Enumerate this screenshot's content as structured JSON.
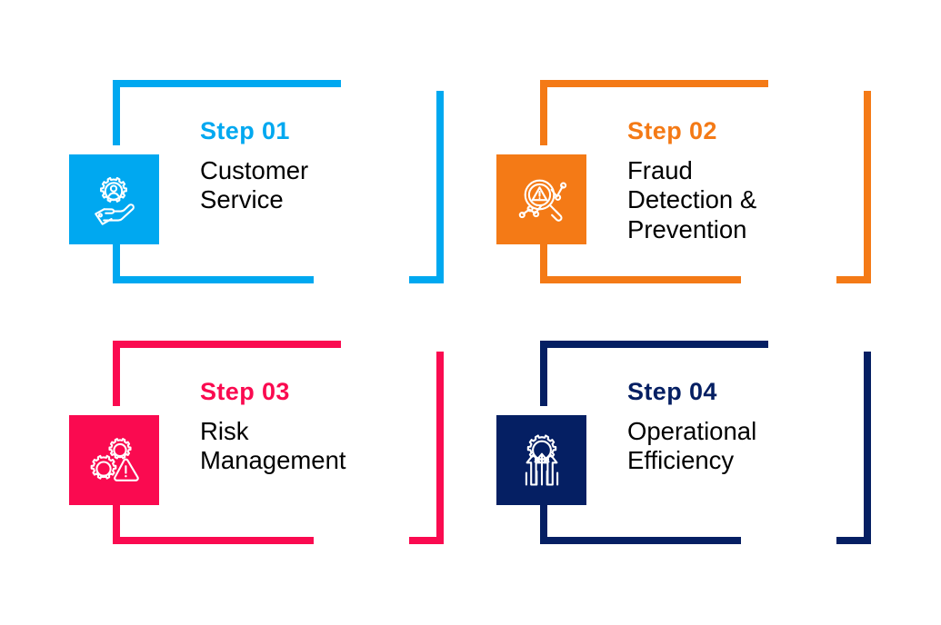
{
  "diagram": {
    "type": "4-step process infographic",
    "layout": "2x2 grid of bracketed step cards",
    "background_color": "#FFFFFF",
    "title_text_color": "#000000"
  },
  "steps": [
    {
      "label": "Step 01",
      "title": "Customer Service",
      "title_lines": [
        "Customer",
        "Service"
      ],
      "color": "#00A8F0",
      "icon": "hand-holding-gear-user-icon",
      "position": "top-left"
    },
    {
      "label": "Step 02",
      "title": "Fraud Detection & Prevention",
      "title_lines": [
        "Fraud",
        "Detection &",
        "Prevention"
      ],
      "color": "#F47A16",
      "icon": "magnifier-warning-chart-icon",
      "position": "top-right"
    },
    {
      "label": "Step 03",
      "title": "Risk Management",
      "title_lines": [
        "Risk",
        "Management"
      ],
      "color": "#FA0A50",
      "icon": "gears-warning-triangle-icon",
      "position": "bottom-left"
    },
    {
      "label": "Step 04",
      "title": "Operational Efficiency",
      "title_lines": [
        "Operational",
        "Efficiency"
      ],
      "color": "#051F63",
      "icon": "gear-upward-arrows-icon",
      "position": "bottom-right"
    }
  ]
}
